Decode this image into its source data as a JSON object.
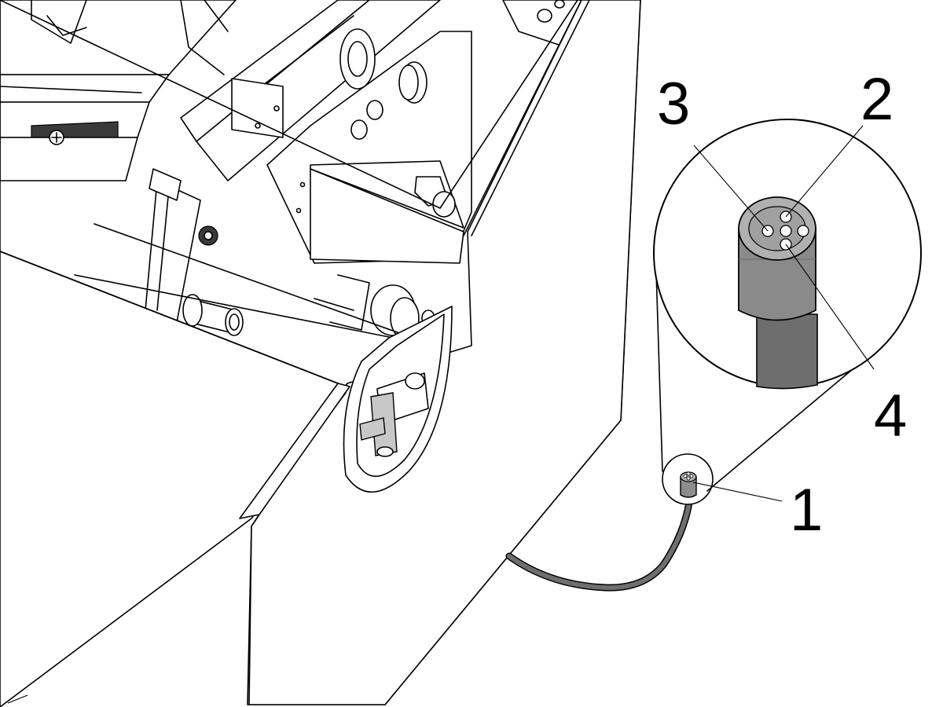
{
  "diagram": {
    "callouts": [
      {
        "id": "1",
        "label": "1",
        "target": "connector"
      },
      {
        "id": "2",
        "label": "2",
        "target": "pin"
      },
      {
        "id": "3",
        "label": "3",
        "target": "pin"
      },
      {
        "id": "4",
        "label": "4",
        "target": "pin"
      }
    ],
    "colors": {
      "line": "#000000",
      "cable": "#6e6e6e",
      "connector_body": "#8a8a8a",
      "connector_face": "#b0b0b0",
      "background": "#ffffff"
    },
    "icons": [
      "connector-icon",
      "socket-pin-icon",
      "cable-icon",
      "screw-icon",
      "bearing-icon"
    ]
  }
}
